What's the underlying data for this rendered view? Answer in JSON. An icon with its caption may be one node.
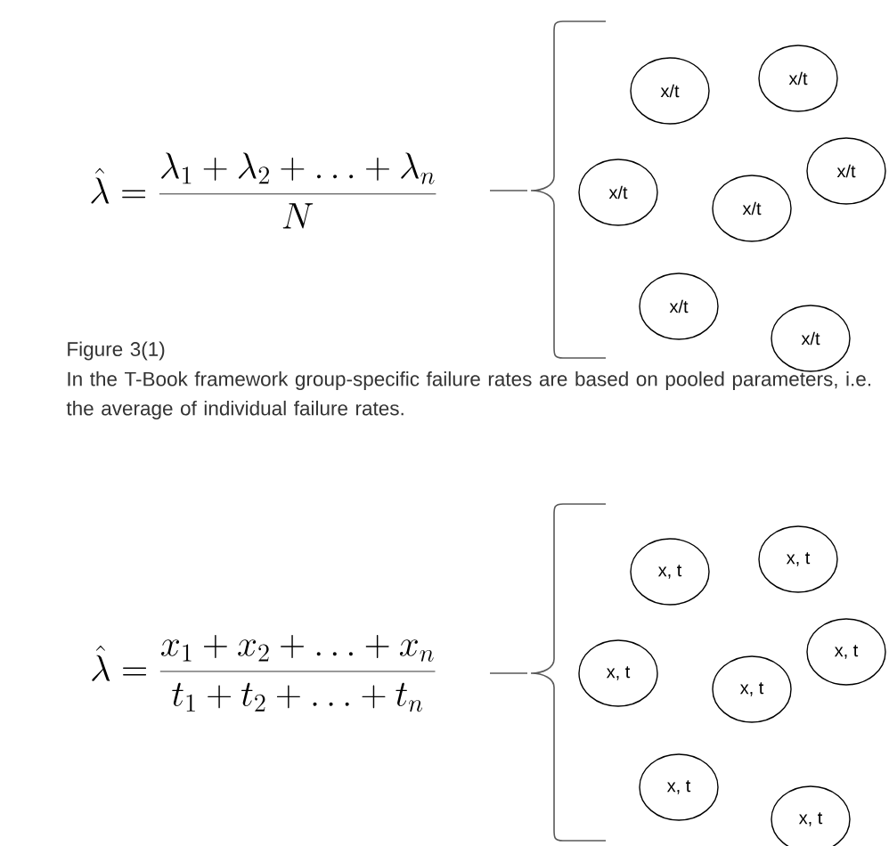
{
  "diagram": {
    "nodes": [
      {
        "text": [
          "x/t"
        ]
      },
      {
        "text": [
          "x/t"
        ]
      },
      {
        "text": [
          "x/t"
        ]
      },
      {
        "text": [
          "x/t"
        ]
      },
      {
        "text": [
          "x/t"
        ]
      },
      {
        "text": [
          "x/t"
        ]
      },
      {
        "text": [
          "x/t"
        ]
      },
      {
        "text": [
          "x, t"
        ]
      },
      {
        "text": [
          "x, t"
        ]
      },
      {
        "text": [
          "x, t"
        ]
      },
      {
        "text": [
          "x, t"
        ]
      },
      {
        "text": [
          "x, t"
        ]
      },
      {
        "text": [
          "x, t"
        ]
      },
      {
        "text": [
          "x, t"
        ]
      }
    ],
    "edges": [],
    "labels": [
      "\\hat{\\lambda}=\\frac{\\lambda_1+\\lambda_2+\\ldots+\\lambda_n}{N}",
      "Figure 3(1)",
      "In the T-Book framework group-specific failure rates are based on pooled parameters, i.e. the average of individual failure rates.",
      "\\hat{\\lambda}=\\frac{x_1+x_2+\\ldots+x_n}{t_1+t_2+\\ldots+t_n}"
    ]
  }
}
